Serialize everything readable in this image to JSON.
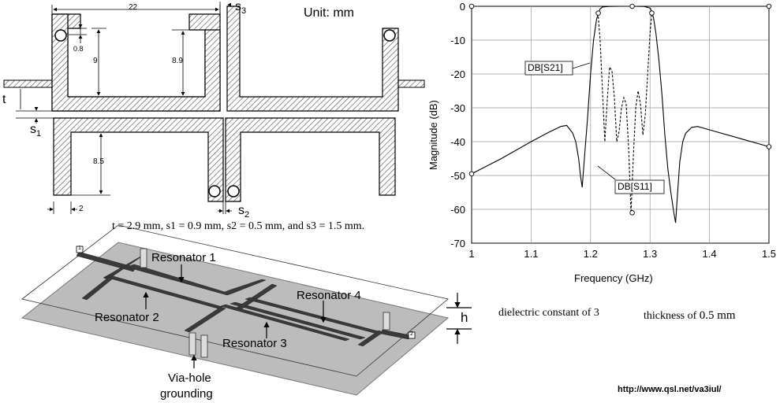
{
  "layout_diagram": {
    "unit": "Unit: mm",
    "dim_22": "22",
    "dim_0_8": "0.8",
    "dim_9": "9",
    "dim_8_9": "8.9",
    "dim_8_5": "8.5",
    "dim_2": "2",
    "label_t": "t",
    "label_s1": "s",
    "label_s1_sub": "1",
    "label_s2": "s",
    "label_s2_sub": "2",
    "label_s3": "s",
    "label_s3_sub": "3",
    "params": "t = 2.9 mm, s1 = 0.9 mm, s2 = 0.5 mm, and s3 = 1.5 mm."
  },
  "iso_diagram": {
    "resonator_1": "Resonator 1",
    "resonator_2": "Resonator 2",
    "resonator_3": "Resonator 3",
    "resonator_4": "Resonator 4",
    "via_line1": "Via-hole",
    "via_line2": "grounding",
    "label_h": "h",
    "port1": "1",
    "port2": "2"
  },
  "substrate": {
    "dielectric": "dielectric constant of 3",
    "thickness_prefix": "thickness of",
    "thickness_value": "0.5 mm"
  },
  "footer_url": "http://www.qsl.net/va3iul/",
  "chart_data": {
    "type": "line",
    "xlabel": "Frequency (GHz)",
    "ylabel": "Magnitude (dB)",
    "xlim": [
      1.0,
      1.5
    ],
    "ylim": [
      -70,
      0
    ],
    "x_ticks": [
      "1",
      "1.1",
      "1.2",
      "1.3",
      "1.4",
      "1.5"
    ],
    "y_ticks": [
      "0",
      "-10",
      "-20",
      "-30",
      "-40",
      "-50",
      "-60",
      "-70"
    ],
    "grid": true,
    "annotations": [
      "DB[S21]",
      "DB[S11]"
    ],
    "series": [
      {
        "name": "DB[S21]",
        "style": "solid",
        "x": [
          1.0,
          1.05,
          1.1,
          1.13,
          1.15,
          1.16,
          1.17,
          1.175,
          1.18,
          1.183,
          1.186,
          1.19,
          1.195,
          1.2,
          1.205,
          1.21,
          1.213,
          1.216,
          1.22,
          1.23,
          1.25,
          1.27,
          1.29,
          1.3,
          1.303,
          1.306,
          1.31,
          1.315,
          1.32,
          1.325,
          1.33,
          1.335,
          1.34,
          1.343,
          1.346,
          1.35,
          1.355,
          1.36,
          1.37,
          1.38,
          1.4,
          1.45,
          1.5
        ],
        "y": [
          -49.5,
          -45,
          -40,
          -37.2,
          -35.5,
          -35.2,
          -37.5,
          -40,
          -45,
          -50,
          -53.5,
          -44,
          -33,
          -20,
          -10,
          -4,
          -2,
          -0.8,
          -0.2,
          -0.05,
          0,
          0,
          -0.05,
          -0.5,
          -1.5,
          -3.5,
          -8,
          -16,
          -26,
          -38,
          -48,
          -55,
          -61,
          -64,
          -56,
          -46,
          -40,
          -37.5,
          -35.8,
          -35.5,
          -36.5,
          -39,
          -41.5
        ]
      },
      {
        "name": "DB[S11]",
        "style": "dashed",
        "x": [
          1.213,
          1.216,
          1.22,
          1.224,
          1.228,
          1.232,
          1.236,
          1.24,
          1.244,
          1.248,
          1.252,
          1.256,
          1.26,
          1.264,
          1.268,
          1.272,
          1.276,
          1.28,
          1.284,
          1.288,
          1.292,
          1.296,
          1.3,
          1.303
        ],
        "y": [
          -3,
          -10,
          -25,
          -40,
          -28,
          -18,
          -19,
          -27,
          -40,
          -37,
          -30,
          -27,
          -29,
          -42,
          -61,
          -44,
          -30,
          -25,
          -29,
          -38,
          -32,
          -20,
          -8,
          -2
        ]
      }
    ]
  }
}
